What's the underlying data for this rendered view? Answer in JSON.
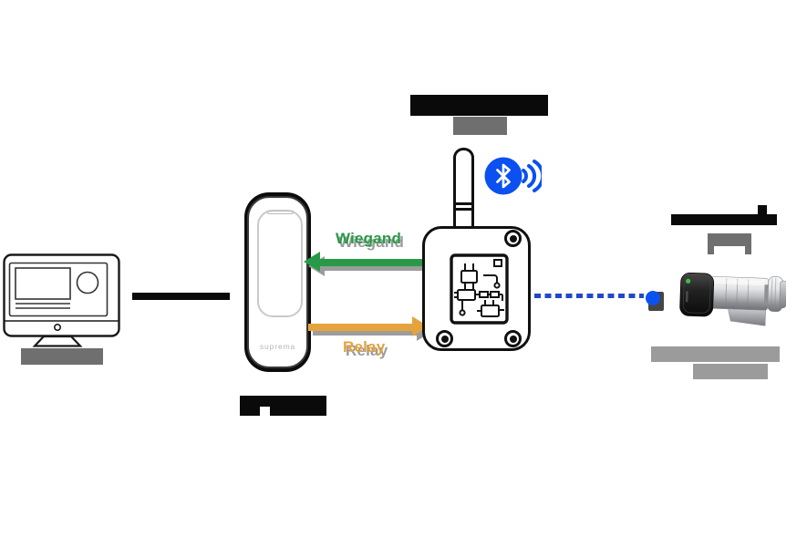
{
  "diagram": {
    "type": "access-control-system-diagram",
    "labels": {
      "wiegand": "Wiegand",
      "relay": "Relay",
      "reader_brand": "suprema"
    },
    "colors": {
      "wiegand_green": "#289A47",
      "relay_orange": "#E6A33C",
      "bluetooth_blue": "#0B50F0",
      "ble_dashed_line_blue": "#2148C8",
      "endpoint_dot_blue": "#0B52F0",
      "redaction_black": "#0A0A0A",
      "redaction_gray_dark": "#6F6F6F",
      "redaction_gray_light": "#9B9B9B",
      "arrow_shadow_gray": "#9C9C9C",
      "lock_led_green": "#39C23E"
    },
    "icons": [
      "monitor-icon",
      "card-reader-icon",
      "antenna-icon",
      "bluetooth-icon",
      "bluetooth-waves-icon",
      "pcb-circuit-icon",
      "screw-icon",
      "lock-cylinder-image"
    ],
    "connections": [
      {
        "style": "black solid thick line",
        "between": "pc-and-reader",
        "label": ""
      },
      {
        "style": "green solid arrow pointing left",
        "between": "module-to-reader",
        "label": "Wiegand"
      },
      {
        "style": "orange solid arrow pointing right",
        "between": "reader-to-module",
        "label": "Relay"
      },
      {
        "style": "blue dashed line with blue dot endpoint",
        "between": "module-and-lock",
        "label": ""
      }
    ],
    "redacted_text_blocks": [
      "module-title-black",
      "module-subtitle-gray",
      "host-pc-label-gray",
      "card-reader-label-black",
      "lock-title-black",
      "lock-subtitle-gray",
      "lock-caption-gray-line1",
      "lock-caption-gray-line2"
    ]
  }
}
